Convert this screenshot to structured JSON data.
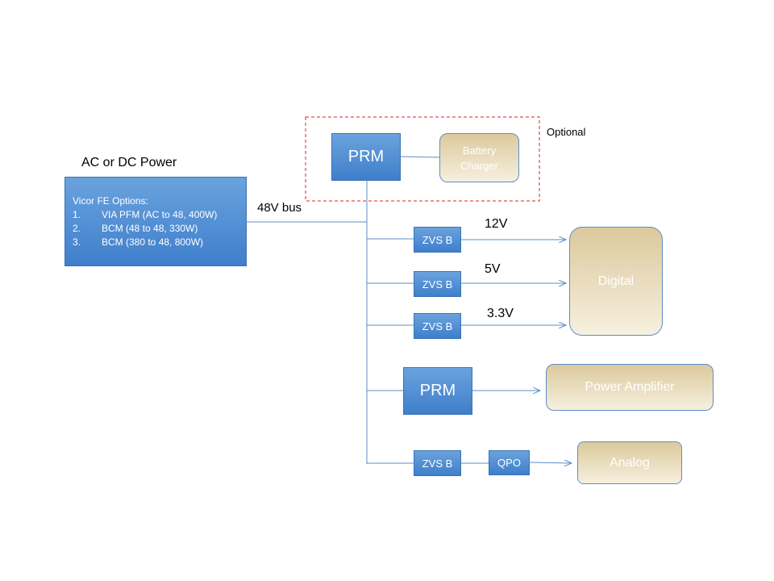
{
  "labels": {
    "power_source": "AC or DC Power",
    "bus": "48V bus",
    "optional": "Optional",
    "v12": "12V",
    "v5": "5V",
    "v33": "3.3V"
  },
  "fe_box": {
    "title": "Vicor FE Options:",
    "options": [
      {
        "num": "1.",
        "text": "VIA  PFM (AC to 48, 400W)"
      },
      {
        "num": "2.",
        "text": "BCM (48  to  48, 330W)"
      },
      {
        "num": "3.",
        "text": "BCM (380 to 48, 800W)"
      }
    ]
  },
  "blocks": {
    "prm_top": "PRM",
    "battery_charger_line1": "Battery",
    "battery_charger_line2": "Charger",
    "zvs1": "ZVS B",
    "zvs2": "ZVS B",
    "zvs3": "ZVS B",
    "prm_mid": "PRM",
    "zvs4": "ZVS B",
    "qpo": "QPO",
    "digital": "Digital",
    "power_amp": "Power Amplifier",
    "analog": "Analog"
  },
  "colors": {
    "line": "#5b8fc7",
    "dashed_border": "#d9262a"
  }
}
